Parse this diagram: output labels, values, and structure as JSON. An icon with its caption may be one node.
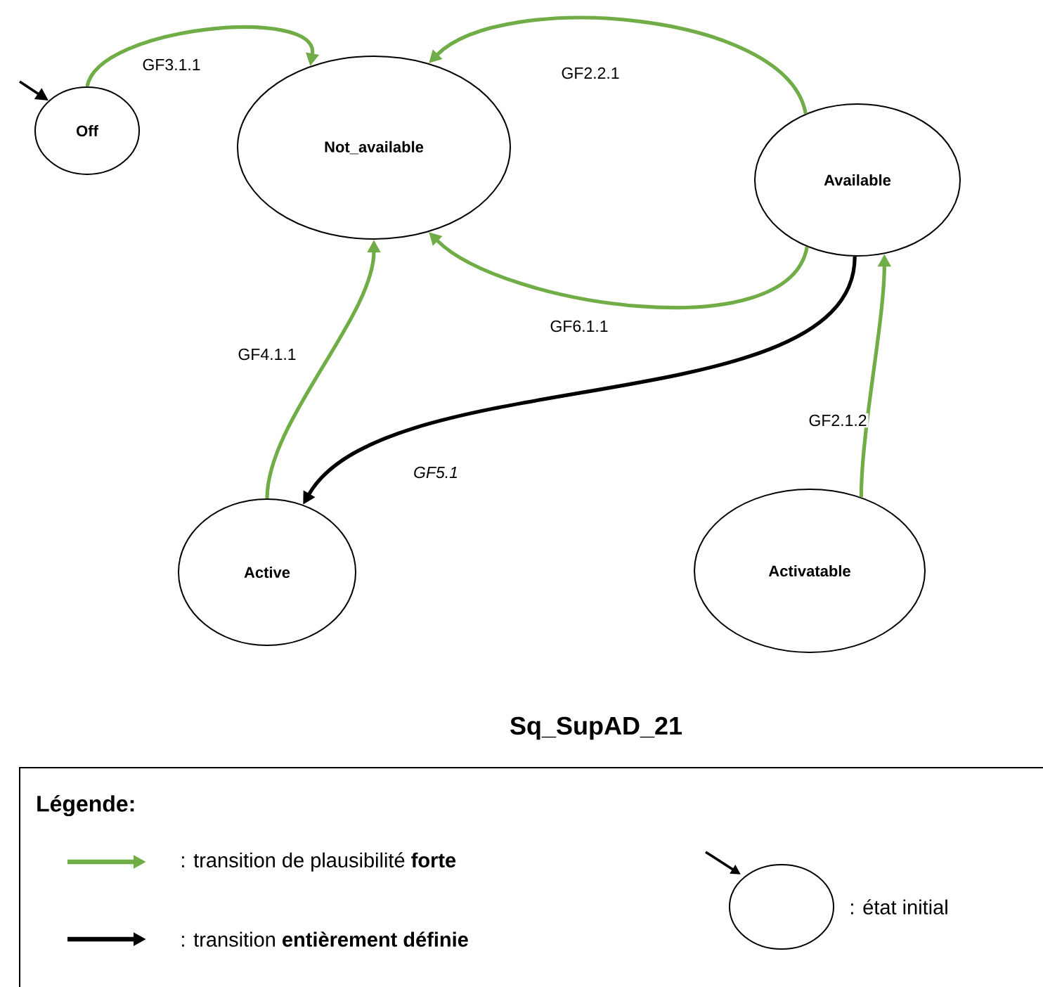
{
  "diagram": {
    "title": "Sq_SupAD_21",
    "nodes": [
      {
        "text": [
          "Off"
        ]
      },
      {
        "text": [
          "Not_available"
        ]
      },
      {
        "text": [
          "Available"
        ]
      },
      {
        "text": [
          "Active"
        ]
      },
      {
        "text": [
          "Activatable"
        ]
      }
    ],
    "edges": [
      {
        "from": null,
        "to": 0,
        "arrow": "to",
        "color": "#000000"
      },
      {
        "from": 0,
        "to": 1,
        "arrow": "to",
        "label": "GF3.1.1"
      },
      {
        "from": 2,
        "to": 1,
        "arrow": "to",
        "label": "GF2.2.1"
      },
      {
        "from": 2,
        "to": 1,
        "arrow": "to",
        "label": "GF6.1.1"
      },
      {
        "from": 3,
        "to": 1,
        "arrow": "to",
        "label": "GF4.1.1"
      },
      {
        "from": 2,
        "to": 3,
        "arrow": "to",
        "label": "GF5.1",
        "color": "#000000"
      },
      {
        "from": 4,
        "to": 2,
        "arrow": "to",
        "label": "GF2.1.2"
      }
    ],
    "labels": [
      "Légende:"
    ],
    "legend": [
      {
        "text": ": transition de plausibilité **forte**",
        "color": "#70ad47"
      },
      {
        "text": ": transition **entièrement définie**",
        "color": "#000000"
      },
      {
        "text": ": état initial"
      }
    ]
  }
}
